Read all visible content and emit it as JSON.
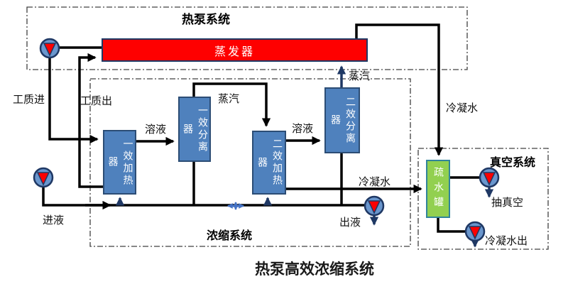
{
  "title": "热泵高效浓缩系统",
  "systems": {
    "heat_pump": {
      "label": "热泵系统"
    },
    "concentration": {
      "label": "浓缩系统"
    },
    "vacuum": {
      "label": "真空系统"
    }
  },
  "equipment": {
    "evaporator": {
      "label": "蒸发器"
    },
    "heater1": {
      "label": "一效加热器"
    },
    "separator1": {
      "label": "一效分离器"
    },
    "heater2": {
      "label": "二效加热器"
    },
    "separator2": {
      "label": "二效分离器"
    },
    "drain_tank": {
      "label": "疏水罐"
    }
  },
  "flow_labels": {
    "working_fluid_in": "工质进",
    "working_fluid_out": "工质出",
    "solution1": "溶液",
    "steam1": "蒸汽",
    "solution2": "溶液",
    "steam2": "蒸汽",
    "condensate_right": "冷凝水",
    "condensate_mid": "冷凝水",
    "feed_in": "进液",
    "liquid_out": "出液",
    "vacuum_out": "抽真空",
    "condensate_out": "冷凝水出"
  },
  "icons": {
    "pumps": [
      "pump-icon-working-fluid",
      "pump-icon-feed",
      "pump-icon-discharge",
      "pump-icon-vacuum",
      "pump-icon-condensate-out"
    ],
    "crossover": "four-way-arrow-icon"
  },
  "colors": {
    "equipment_blue": "#4f81bd",
    "equipment_blue_border": "#2c4d75",
    "evaporator_red": "#fe0000",
    "tank_green": "#92d050",
    "navy": "#1f3864",
    "pipe_black": "#000000",
    "crossover_blue": "#4472c4"
  }
}
